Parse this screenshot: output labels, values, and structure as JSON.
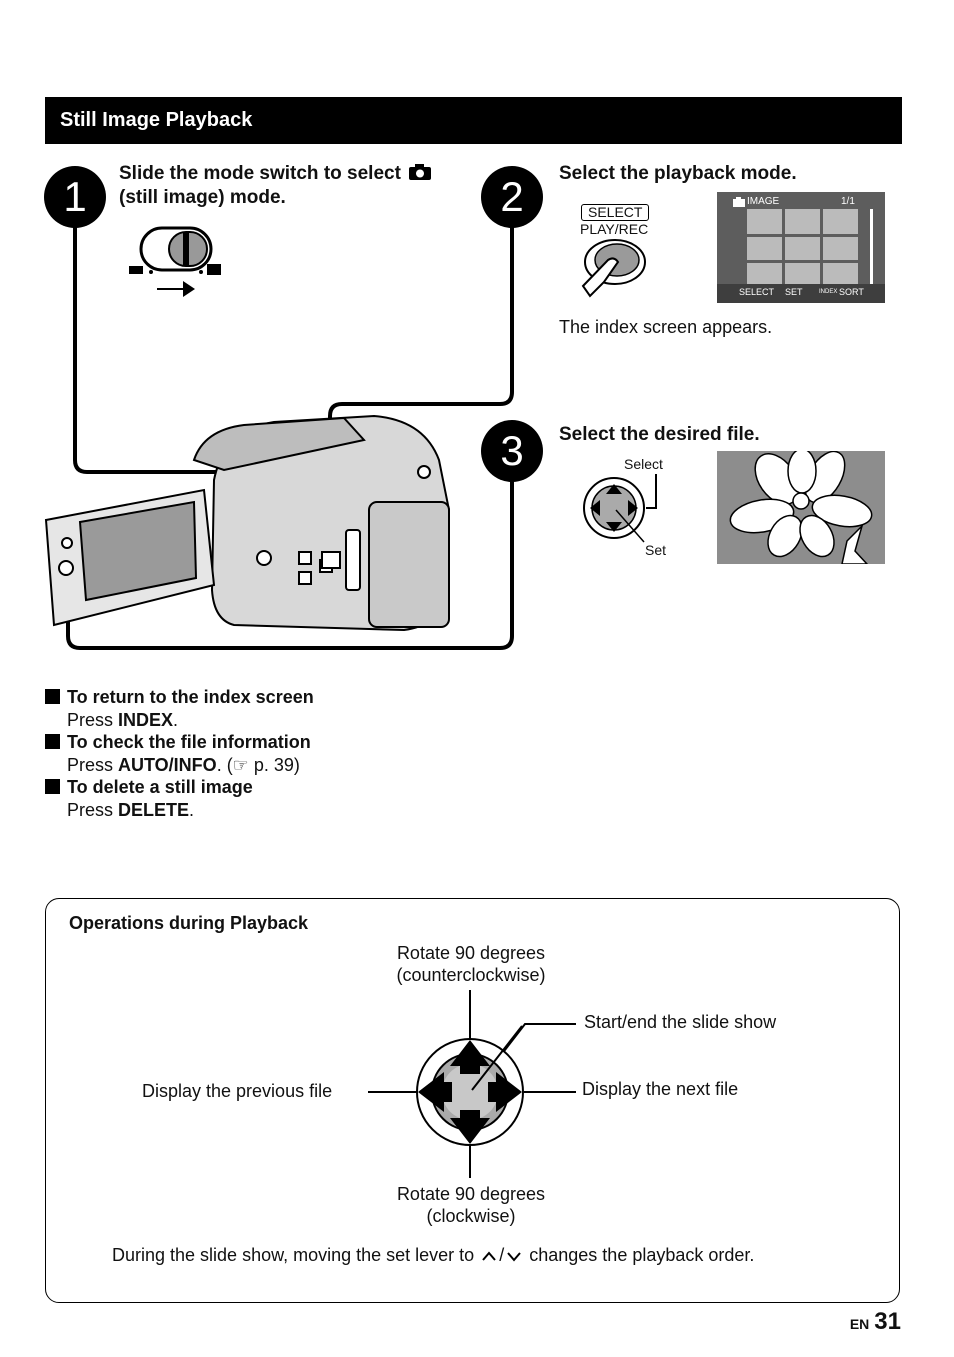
{
  "header": {
    "title": "Still Image Playback"
  },
  "steps": [
    {
      "number": "1",
      "title_line1": "Slide the mode switch to select",
      "title_line2": "(still image) mode."
    },
    {
      "number": "2",
      "title": "Select the playback mode.",
      "button_label": "SELECT",
      "button_sub": "PLAY/REC",
      "index_note": "The index screen appears.",
      "screen": {
        "mode": "IMAGE",
        "page": "1/1",
        "select": "SELECT",
        "set": "SET",
        "index": "INDEX",
        "sort": "SORT"
      }
    },
    {
      "number": "3",
      "title": "Select the desired file.",
      "select_label": "Select",
      "set_label": "Set"
    }
  ],
  "tips": [
    {
      "heading": "To return to the index screen",
      "press": "Press ",
      "key": "INDEX",
      "suffix": "."
    },
    {
      "heading": "To check the file information",
      "press": "Press ",
      "key": "AUTO/INFO",
      "suffix": ". (☞ p. 39)"
    },
    {
      "heading": "To delete a still image",
      "press": "Press ",
      "key": "DELETE",
      "suffix": "."
    }
  ],
  "operations": {
    "title": "Operations during Playback",
    "up_line1": "Rotate 90 degrees",
    "up_line2": "(counterclockwise)",
    "center": "Start/end the slide show",
    "left": "Display the previous file",
    "right": "Display the next file",
    "down_line1": "Rotate 90 degrees",
    "down_line2": "(clockwise)",
    "note_before": "During the slide show, moving the set lever to",
    "note_after": "changes the playback order."
  },
  "footer": {
    "lang": "EN",
    "page": "31"
  }
}
